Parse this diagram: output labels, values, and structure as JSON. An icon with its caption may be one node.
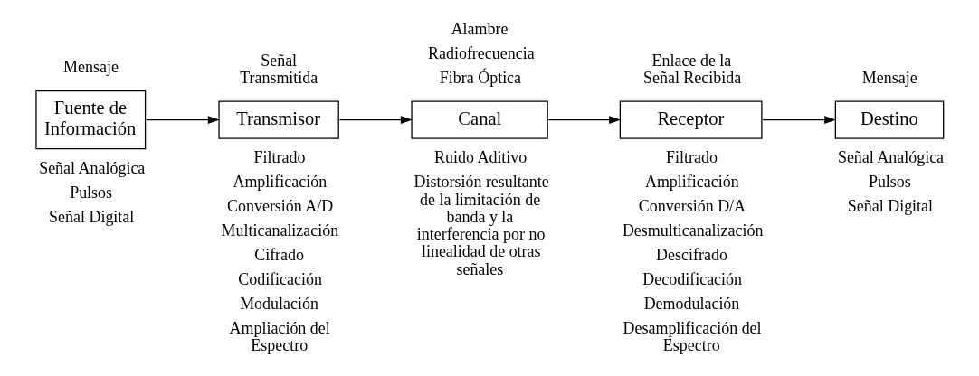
{
  "diagram": {
    "nodes": [
      {
        "text": [
          "Mensaje",
          "Fuente de Información"
        ],
        "beside": [
          "Señal Analógica",
          "Pulsos",
          "Señal Digital"
        ]
      },
      {
        "text": [
          "Señal Transmitida",
          "Transmisor"
        ],
        "beside": [
          "Filtrado",
          "Amplificación",
          "Conversión A/D",
          "Multicanalización",
          "Cifrado",
          "Codificación",
          "Modulación",
          "Ampliación del Espectro"
        ]
      },
      {
        "text": [
          "Alambre",
          "Radiofrecuencia",
          "Fibra Óptica",
          "Canal"
        ],
        "beside": [
          "Ruido Aditivo",
          "Distorsión resultante de la limitación de banda y la interferencia por no linealidad de otras señales"
        ]
      },
      {
        "text": [
          "Enlace de la Señal Recibida",
          "Receptor"
        ],
        "beside": [
          "Filtrado",
          "Amplificación",
          "Conversión D/A",
          "Desmulticanalización",
          "Descifrado",
          "Decodificación",
          "Demodulación",
          "Desamplificación del Espectro"
        ]
      },
      {
        "text": [
          "Mensaje",
          "Destino"
        ],
        "beside": [
          "Señal Analógica",
          "Pulsos",
          "Señal Digital"
        ]
      }
    ],
    "edges": [
      {
        "from": 0,
        "to": 1,
        "arrow": "to"
      },
      {
        "from": 1,
        "to": 2,
        "arrow": "to"
      },
      {
        "from": 2,
        "to": 3,
        "arrow": "to"
      },
      {
        "from": 3,
        "to": 4,
        "arrow": "to"
      }
    ]
  }
}
